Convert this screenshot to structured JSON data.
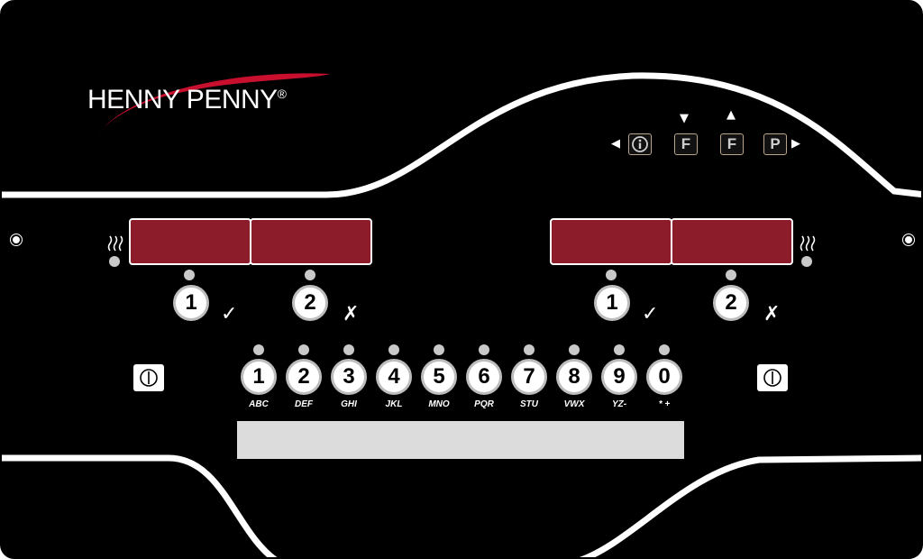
{
  "brand": {
    "name": "HENNY PENNY",
    "registered": "®",
    "swoosh_color": "#c8102e"
  },
  "colors": {
    "display": "#8c1c2a",
    "panel": "#000000",
    "line": "#ffffff"
  },
  "nav_keys": {
    "left_arrow": "◀",
    "info_icon": "info-icon",
    "f_down_label": "F",
    "f_down_arrow": "▼",
    "f_up_label": "F",
    "f_up_arrow": "▲",
    "p_label": "P",
    "right_arrow": "▶"
  },
  "left_vat": {
    "heat_icon": "heat-icon",
    "button_1": "1",
    "button_2": "2",
    "check": "✓",
    "cross": "✗"
  },
  "right_vat": {
    "heat_icon": "heat-icon",
    "button_1": "1",
    "button_2": "2",
    "check": "✓",
    "cross": "✗"
  },
  "power_buttons": {
    "icon": "power-icon"
  },
  "keypad": {
    "keys": [
      {
        "num": "1",
        "sub": "ABC"
      },
      {
        "num": "2",
        "sub": "DEF"
      },
      {
        "num": "3",
        "sub": "GHI"
      },
      {
        "num": "4",
        "sub": "JKL"
      },
      {
        "num": "5",
        "sub": "MNO"
      },
      {
        "num": "6",
        "sub": "PQR"
      },
      {
        "num": "7",
        "sub": "STU"
      },
      {
        "num": "8",
        "sub": "VWX"
      },
      {
        "num": "9",
        "sub": "YZ-"
      },
      {
        "num": "0",
        "sub": "*   +"
      }
    ]
  }
}
